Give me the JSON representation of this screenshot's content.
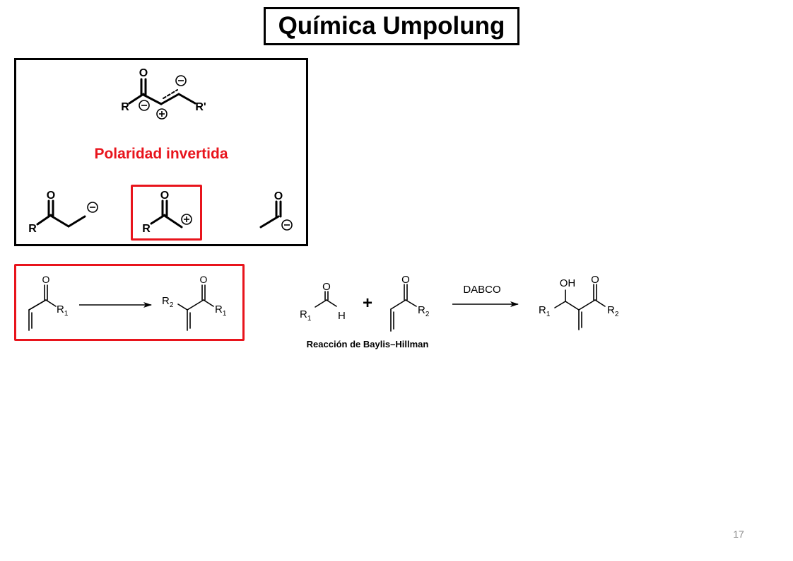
{
  "slide": {
    "title": "Química Umpolung",
    "polarity_label": "Polaridad invertida",
    "reaction_caption": "Reacción de Baylis–Hillman",
    "reagent": "DABCO",
    "page_number": "17"
  },
  "atoms": {
    "oxygen": "O",
    "hydrogen": "H",
    "hydroxyl": "OH",
    "r": "R",
    "r_prime": "R'",
    "r_sub": "R",
    "sub1": "1",
    "sub2": "2",
    "plus_sign": "+",
    "charge_minus": "−",
    "charge_plus": "+"
  },
  "colors": {
    "accent_red": "#e8141c",
    "ink": "#000000",
    "page_number": "#8c8c8c"
  },
  "icons": [
    "reaction-arrow-icon",
    "charge-minus-icon",
    "charge-plus-icon"
  ]
}
